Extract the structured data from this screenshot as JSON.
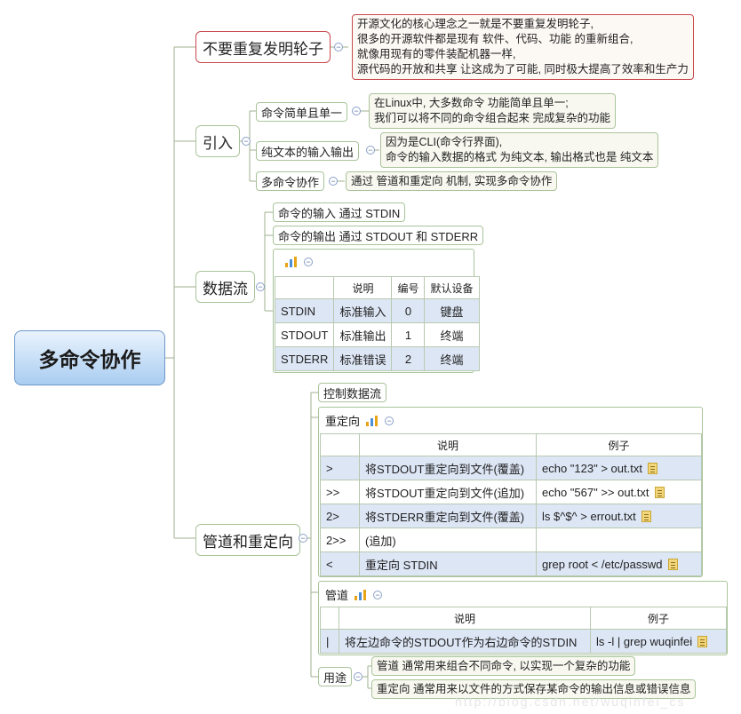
{
  "root": "多命令协作",
  "branch1": {
    "title": "不要重复发明轮子",
    "note": [
      "开源文化的核心理念之一就是不要重复发明轮子,",
      "很多的开源软件都是现有 软件、代码、功能 的重新组合,",
      "就像用现有的零件装配机器一样,",
      "源代码的开放和共享 让这成为了可能, 同时极大提高了效率和生产力"
    ]
  },
  "branch2": {
    "title": "引入",
    "items": [
      {
        "label": "命令简单且单一",
        "note": [
          "在Linux中, 大多数命令 功能简单且单一;",
          "我们可以将不同的命令组合起来 完成复杂的功能"
        ]
      },
      {
        "label": "纯文本的输入输出",
        "note": [
          "因为是CLI(命令行界面),",
          "命令的输入数据的格式 为纯文本, 输出格式也是 纯文本"
        ]
      },
      {
        "label": "多命令协作",
        "note": [
          "通过 管道和重定向 机制, 实现多命令协作"
        ]
      }
    ]
  },
  "branch3": {
    "title": "数据流",
    "items": [
      "命令的输入 通过 STDIN",
      "命令的输出 通过 STDOUT 和 STDERR"
    ],
    "table": {
      "headers": [
        "",
        "说明",
        "编号",
        "默认设备"
      ],
      "rows": [
        [
          "STDIN",
          "标准输入",
          "0",
          "键盘"
        ],
        [
          "STDOUT",
          "标准输出",
          "1",
          "终端"
        ],
        [
          "STDERR",
          "标准错误",
          "2",
          "终端"
        ]
      ]
    }
  },
  "branch4": {
    "title": "管道和重定向",
    "control": "控制数据流",
    "redirect": {
      "title": "重定向",
      "headers": [
        "",
        "说明",
        "例子"
      ],
      "rows": [
        [
          ">",
          "将STDOUT重定向到文件(覆盖)",
          "echo \"123\" > out.txt"
        ],
        [
          ">>",
          "将STDOUT重定向到文件(追加)",
          "echo \"567\" >> out.txt"
        ],
        [
          "2>",
          "将STDERR重定向到文件(覆盖)",
          "ls $^$^ > errout.txt"
        ],
        [
          "2>>",
          "(追加)",
          ""
        ],
        [
          "<",
          "重定向 STDIN",
          "grep root < /etc/passwd"
        ]
      ]
    },
    "pipe": {
      "title": "管道",
      "headers": [
        "",
        "说明",
        "例子"
      ],
      "rows": [
        [
          "|",
          "将左边命令的STDOUT作为右边命令的STDIN",
          "ls -l | grep wuqinfei"
        ]
      ]
    },
    "usage": {
      "title": "用途",
      "items": [
        "管道 通常用来组合不同命令, 以实现一个复杂的功能",
        "重定向 通常用来以文件的方式保存某命令的输出信息或错误信息"
      ]
    }
  },
  "watermark": "http://blog.csdn.net/wuqinfei_cs",
  "colors": {
    "root_border": "#6d98c8",
    "branch_border": "#a9c49a",
    "red_border": "#c9494d",
    "row_blue": "#dde6f5"
  }
}
